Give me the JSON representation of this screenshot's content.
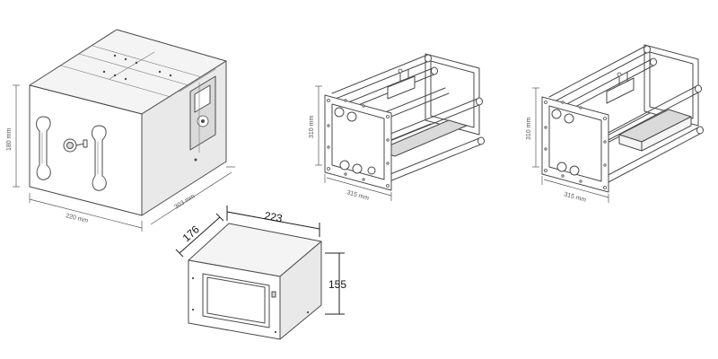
{
  "drawing_1": {
    "dim_height": "180 mm",
    "dim_width": "220 mm",
    "dim_depth": "303 mm"
  },
  "drawing_2": {
    "dim_height": "310 mm",
    "dim_width": "315 mm"
  },
  "drawing_3": {
    "dim_height": "310 mm",
    "dim_width": "315 mm"
  },
  "drawing_4": {
    "dim_width": "223",
    "dim_depth": "176",
    "dim_height": "155"
  }
}
